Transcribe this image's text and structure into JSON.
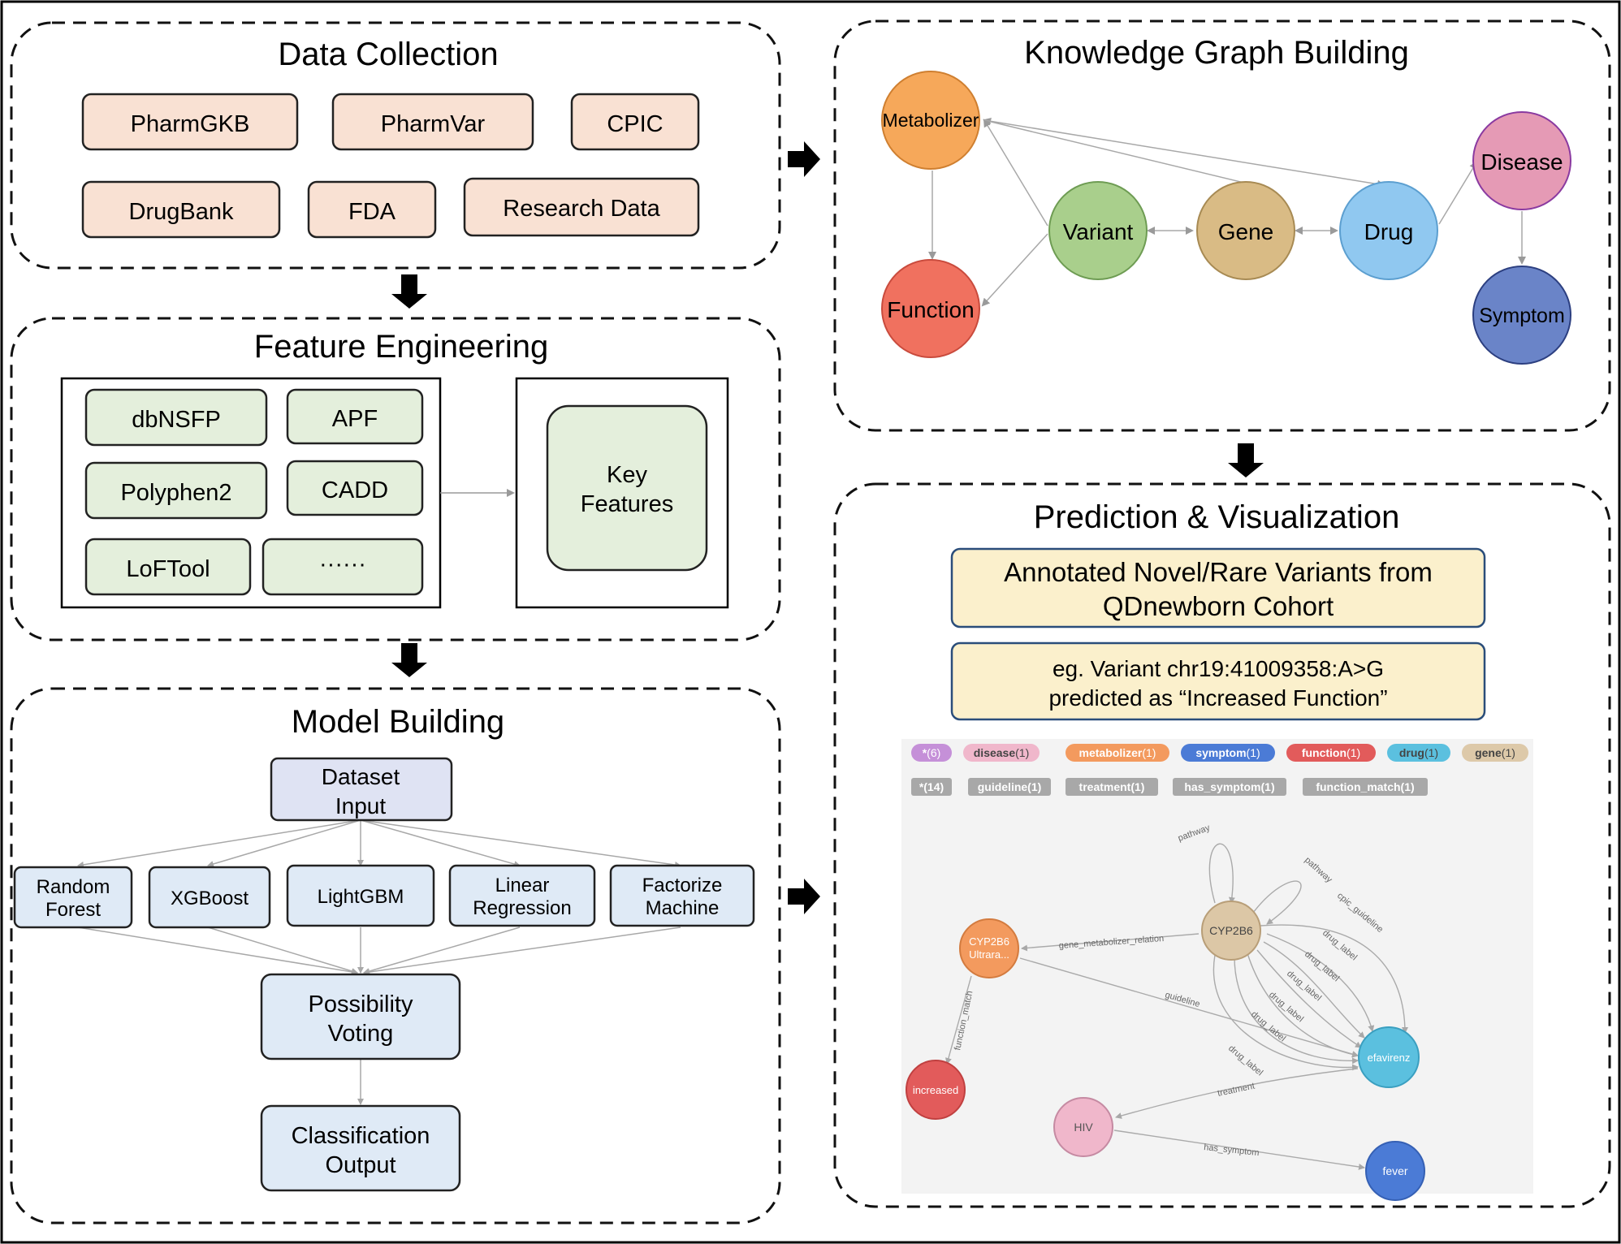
{
  "sections": {
    "data_collection": {
      "title": "Data Collection",
      "sources": [
        "PharmGKB",
        "PharmVar",
        "CPIC",
        "DrugBank",
        "FDA",
        "Research Data"
      ]
    },
    "feature_engineering": {
      "title": "Feature Engineering",
      "features": [
        "dbNSFP",
        "APF",
        "Polyphen2",
        "CADD",
        "LoFTool",
        "······"
      ],
      "key_features_line1": "Key",
      "key_features_line2": "Features"
    },
    "model_building": {
      "title": "Model Building",
      "input_line1": "Dataset",
      "input_line2": "Input",
      "models": [
        {
          "line1": "Random",
          "line2": "Forest"
        },
        {
          "line1": "XGBoost",
          "line2": ""
        },
        {
          "line1": "LightGBM",
          "line2": ""
        },
        {
          "line1": "Linear",
          "line2": "Regression"
        },
        {
          "line1": "Factorize",
          "line2": "Machine"
        }
      ],
      "voting_line1": "Possibility",
      "voting_line2": "Voting",
      "output_line1": "Classification",
      "output_line2": "Output"
    },
    "knowledge_graph": {
      "title": "Knowledge Graph Building",
      "nodes": {
        "metabolizer": {
          "label": "Metabolizer",
          "color": "#f6a85a"
        },
        "function": {
          "label": "Function",
          "color": "#f0715f"
        },
        "variant": {
          "label": "Variant",
          "color": "#a9cf8c"
        },
        "gene": {
          "label": "Gene",
          "color": "#d9bb85"
        },
        "drug": {
          "label": "Drug",
          "color": "#90c8f0"
        },
        "disease": {
          "label": "Disease",
          "color": "#e59ab5"
        },
        "symptom": {
          "label": "Symptom",
          "color": "#6a84c8"
        }
      }
    },
    "prediction": {
      "title": "Prediction & Visualization",
      "box1_line1": "Annotated Novel/Rare Variants from",
      "box1_line2": "QDnewborn Cohort",
      "box2_line1": "eg. Variant chr19:41009358:A>G",
      "box2_line2": "predicted as “Increased Function”",
      "node_tags": [
        {
          "name": "*",
          "count": "(6)",
          "color": "#c590d8"
        },
        {
          "name": "disease",
          "count": "(1)",
          "color": "#f0b7cb"
        },
        {
          "name": "metabolizer",
          "count": "(1)",
          "color": "#f39a5e"
        },
        {
          "name": "symptom",
          "count": "(1)",
          "color": "#4b7bd6"
        },
        {
          "name": "function",
          "count": "(1)",
          "color": "#e25b5b"
        },
        {
          "name": "drug",
          "count": "(1)",
          "color": "#5bc0df"
        },
        {
          "name": "gene",
          "count": "(1)",
          "color": "#ddc9a9"
        }
      ],
      "rel_tags": [
        "*(14)",
        "guideline(1)",
        "treatment(1)",
        "has_symptom(1)",
        "function_match(1)"
      ],
      "graph_nodes": {
        "cyp2b6": "CYP2B6",
        "ultrarapid_line1": "CYP2B6",
        "ultrarapid_line2": "Ultrara...",
        "increased": "increased",
        "efavirenz": "efavirenz",
        "hiv": "HIV",
        "fever": "fever"
      },
      "edge_labels": {
        "pathway": "pathway",
        "cpic_guideline": "cpic_guideline",
        "drug_label": "drug_label",
        "gene_metabolizer_relation": "gene_metabolizer_relation",
        "function_match": "function_match",
        "guideline": "guideline",
        "treatment": "treatment",
        "has_symptom": "has_symptom"
      }
    }
  }
}
